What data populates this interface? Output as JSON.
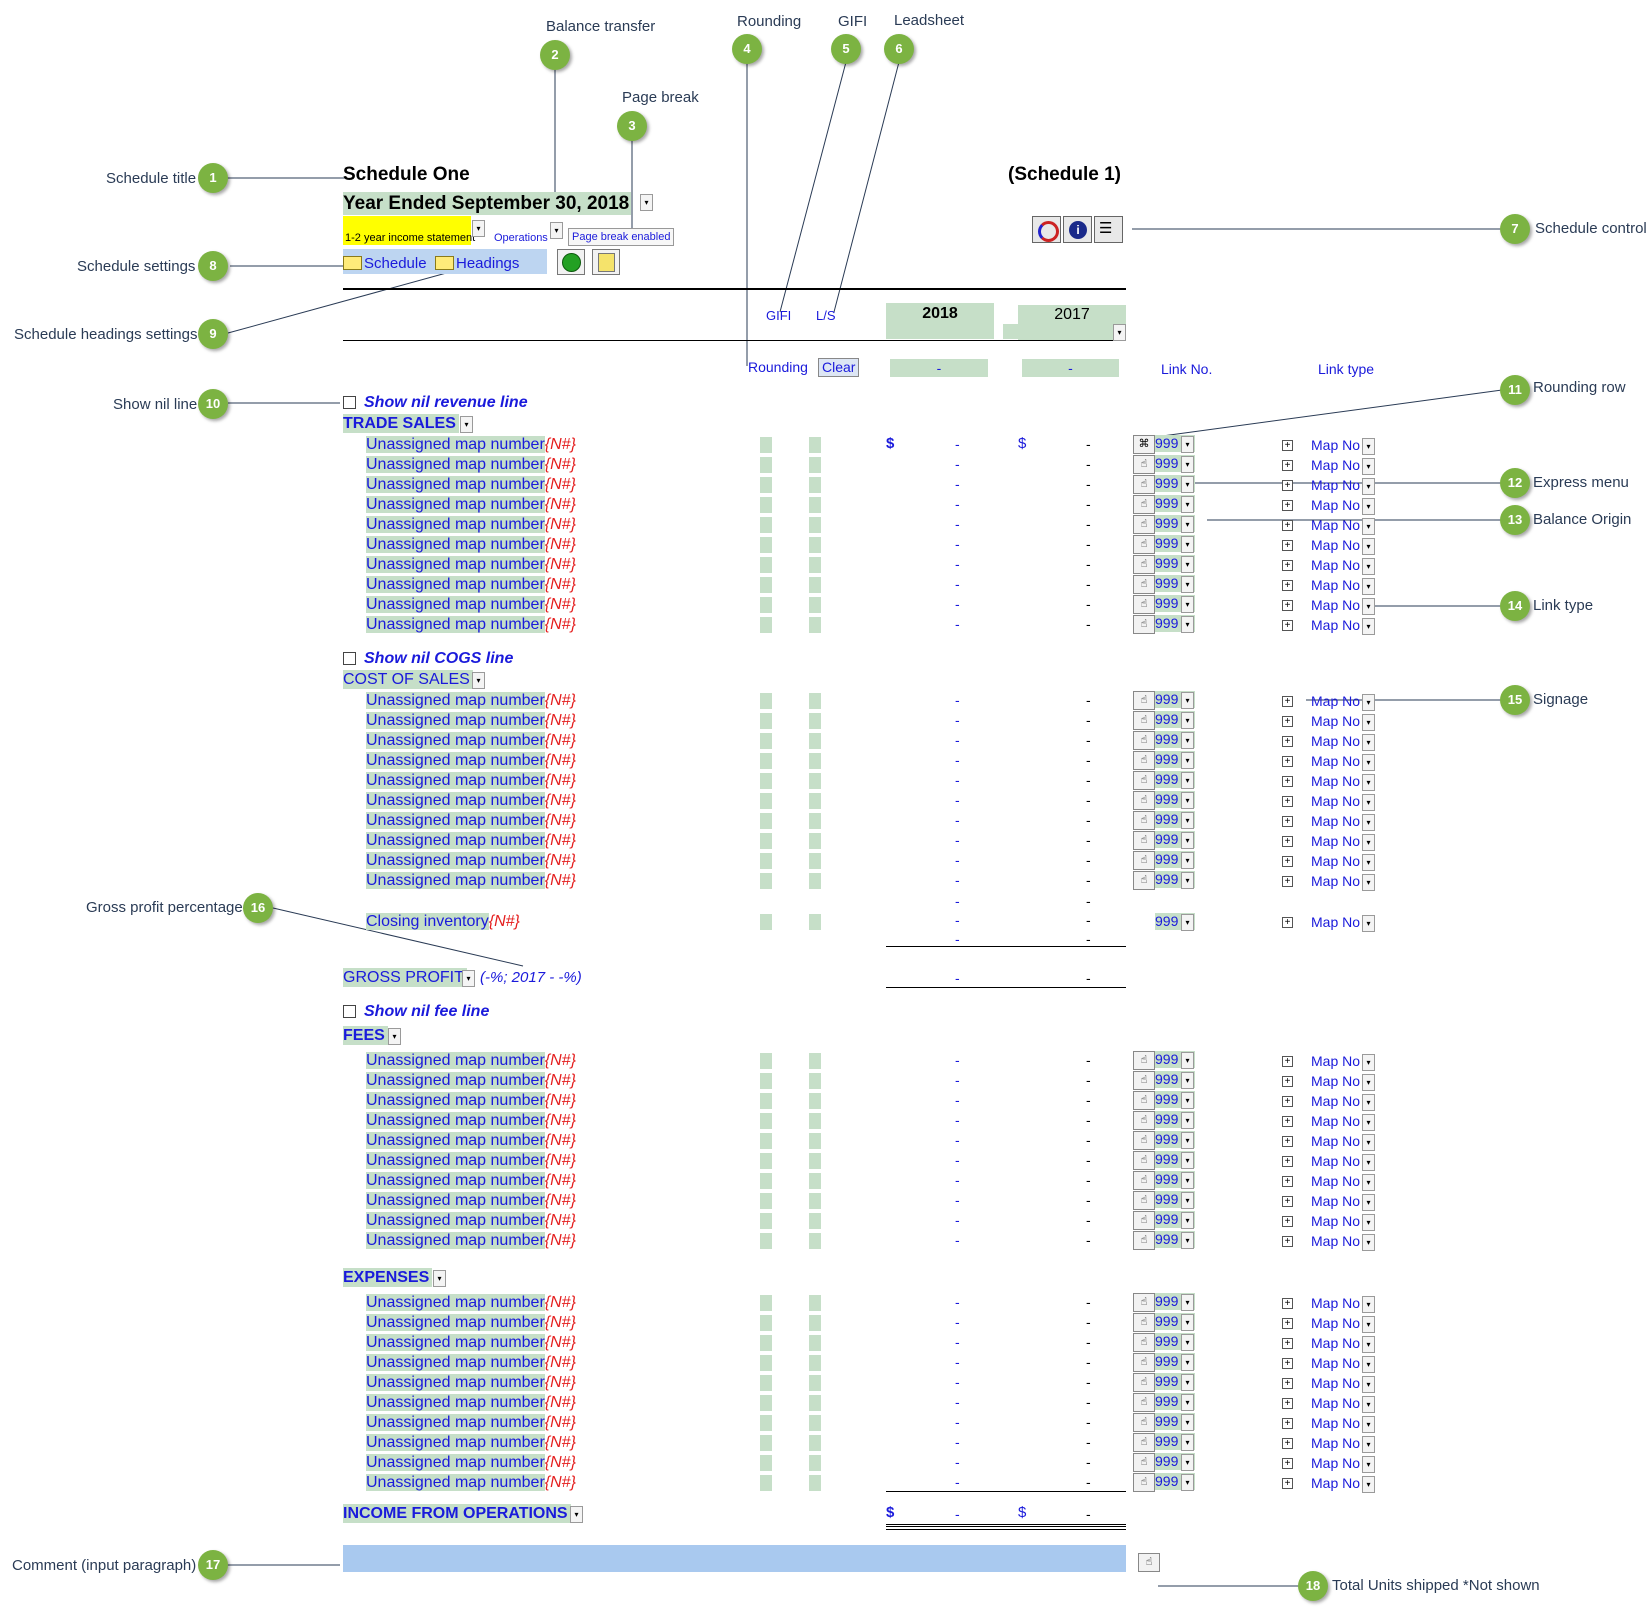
{
  "callouts": [
    {
      "num": "1",
      "label": "Schedule title"
    },
    {
      "num": "2",
      "label": "Balance transfer"
    },
    {
      "num": "3",
      "label": "Page break"
    },
    {
      "num": "4",
      "label": "Rounding"
    },
    {
      "num": "5",
      "label": "GIFI"
    },
    {
      "num": "6",
      "label": "Leadsheet"
    },
    {
      "num": "7",
      "label": "Schedule control"
    },
    {
      "num": "8",
      "label": "Schedule settings"
    },
    {
      "num": "9",
      "label": "Schedule headings settings"
    },
    {
      "num": "10",
      "label": "Show nil line"
    },
    {
      "num": "11",
      "label": "Rounding row"
    },
    {
      "num": "12",
      "label": "Express menu"
    },
    {
      "num": "13",
      "label": "Balance Origin"
    },
    {
      "num": "14",
      "label": "Link type"
    },
    {
      "num": "15",
      "label": "Signage"
    },
    {
      "num": "16",
      "label": "Gross profit percentage"
    },
    {
      "num": "17",
      "label": "Comment (input paragraph)"
    },
    {
      "num": "18",
      "label": "Total Units shipped *Not shown"
    }
  ],
  "header": {
    "title": "Schedule One",
    "schedule_ref": "(Schedule 1)",
    "year_ended": "Year Ended September 30, 2018",
    "statement_type": "1-2 year income statement",
    "operations": "Operations",
    "page_break": "Page break enabled",
    "schedule_folder": "Schedule",
    "headings_folder": "Headings"
  },
  "columns": {
    "gifi": "GIFI",
    "ls": "L/S",
    "year1": "2018",
    "year2": "2017",
    "rounding": "Rounding",
    "clear": "Clear",
    "link_no": "Link No.",
    "link_type": "Link type",
    "dash": "-"
  },
  "common": {
    "unassigned": "Unassigned map number",
    "nflag": "{N#}",
    "link_value": "999",
    "map_no": "Map No",
    "currency": "$"
  },
  "sections": {
    "revenue": {
      "show_nil": "Show nil revenue line",
      "heading": "TRADE SALES"
    },
    "cogs": {
      "show_nil": "Show nil COGS line",
      "heading": "COST OF SALES",
      "closing": "Closing inventory"
    },
    "gross_profit": {
      "heading": "GROSS PROFIT",
      "pct": "(-%; 2017 - -%)"
    },
    "fees": {
      "show_nil": "Show nil fee line",
      "heading": "FEES"
    },
    "expenses": {
      "heading": "EXPENSES"
    },
    "income": {
      "heading": "INCOME FROM OPERATIONS"
    }
  }
}
